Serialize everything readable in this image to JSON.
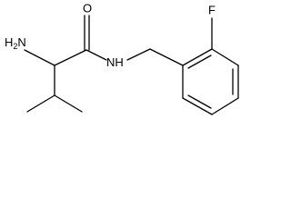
{
  "molecule": {
    "atom_labels": {
      "amine": "H",
      "amine_suffix": "N",
      "amine_subscript": "2",
      "carbonyl_oxygen": "O",
      "amide_nitrogen": "N",
      "amide_hydrogen": "H",
      "fluorine": "F"
    }
  }
}
